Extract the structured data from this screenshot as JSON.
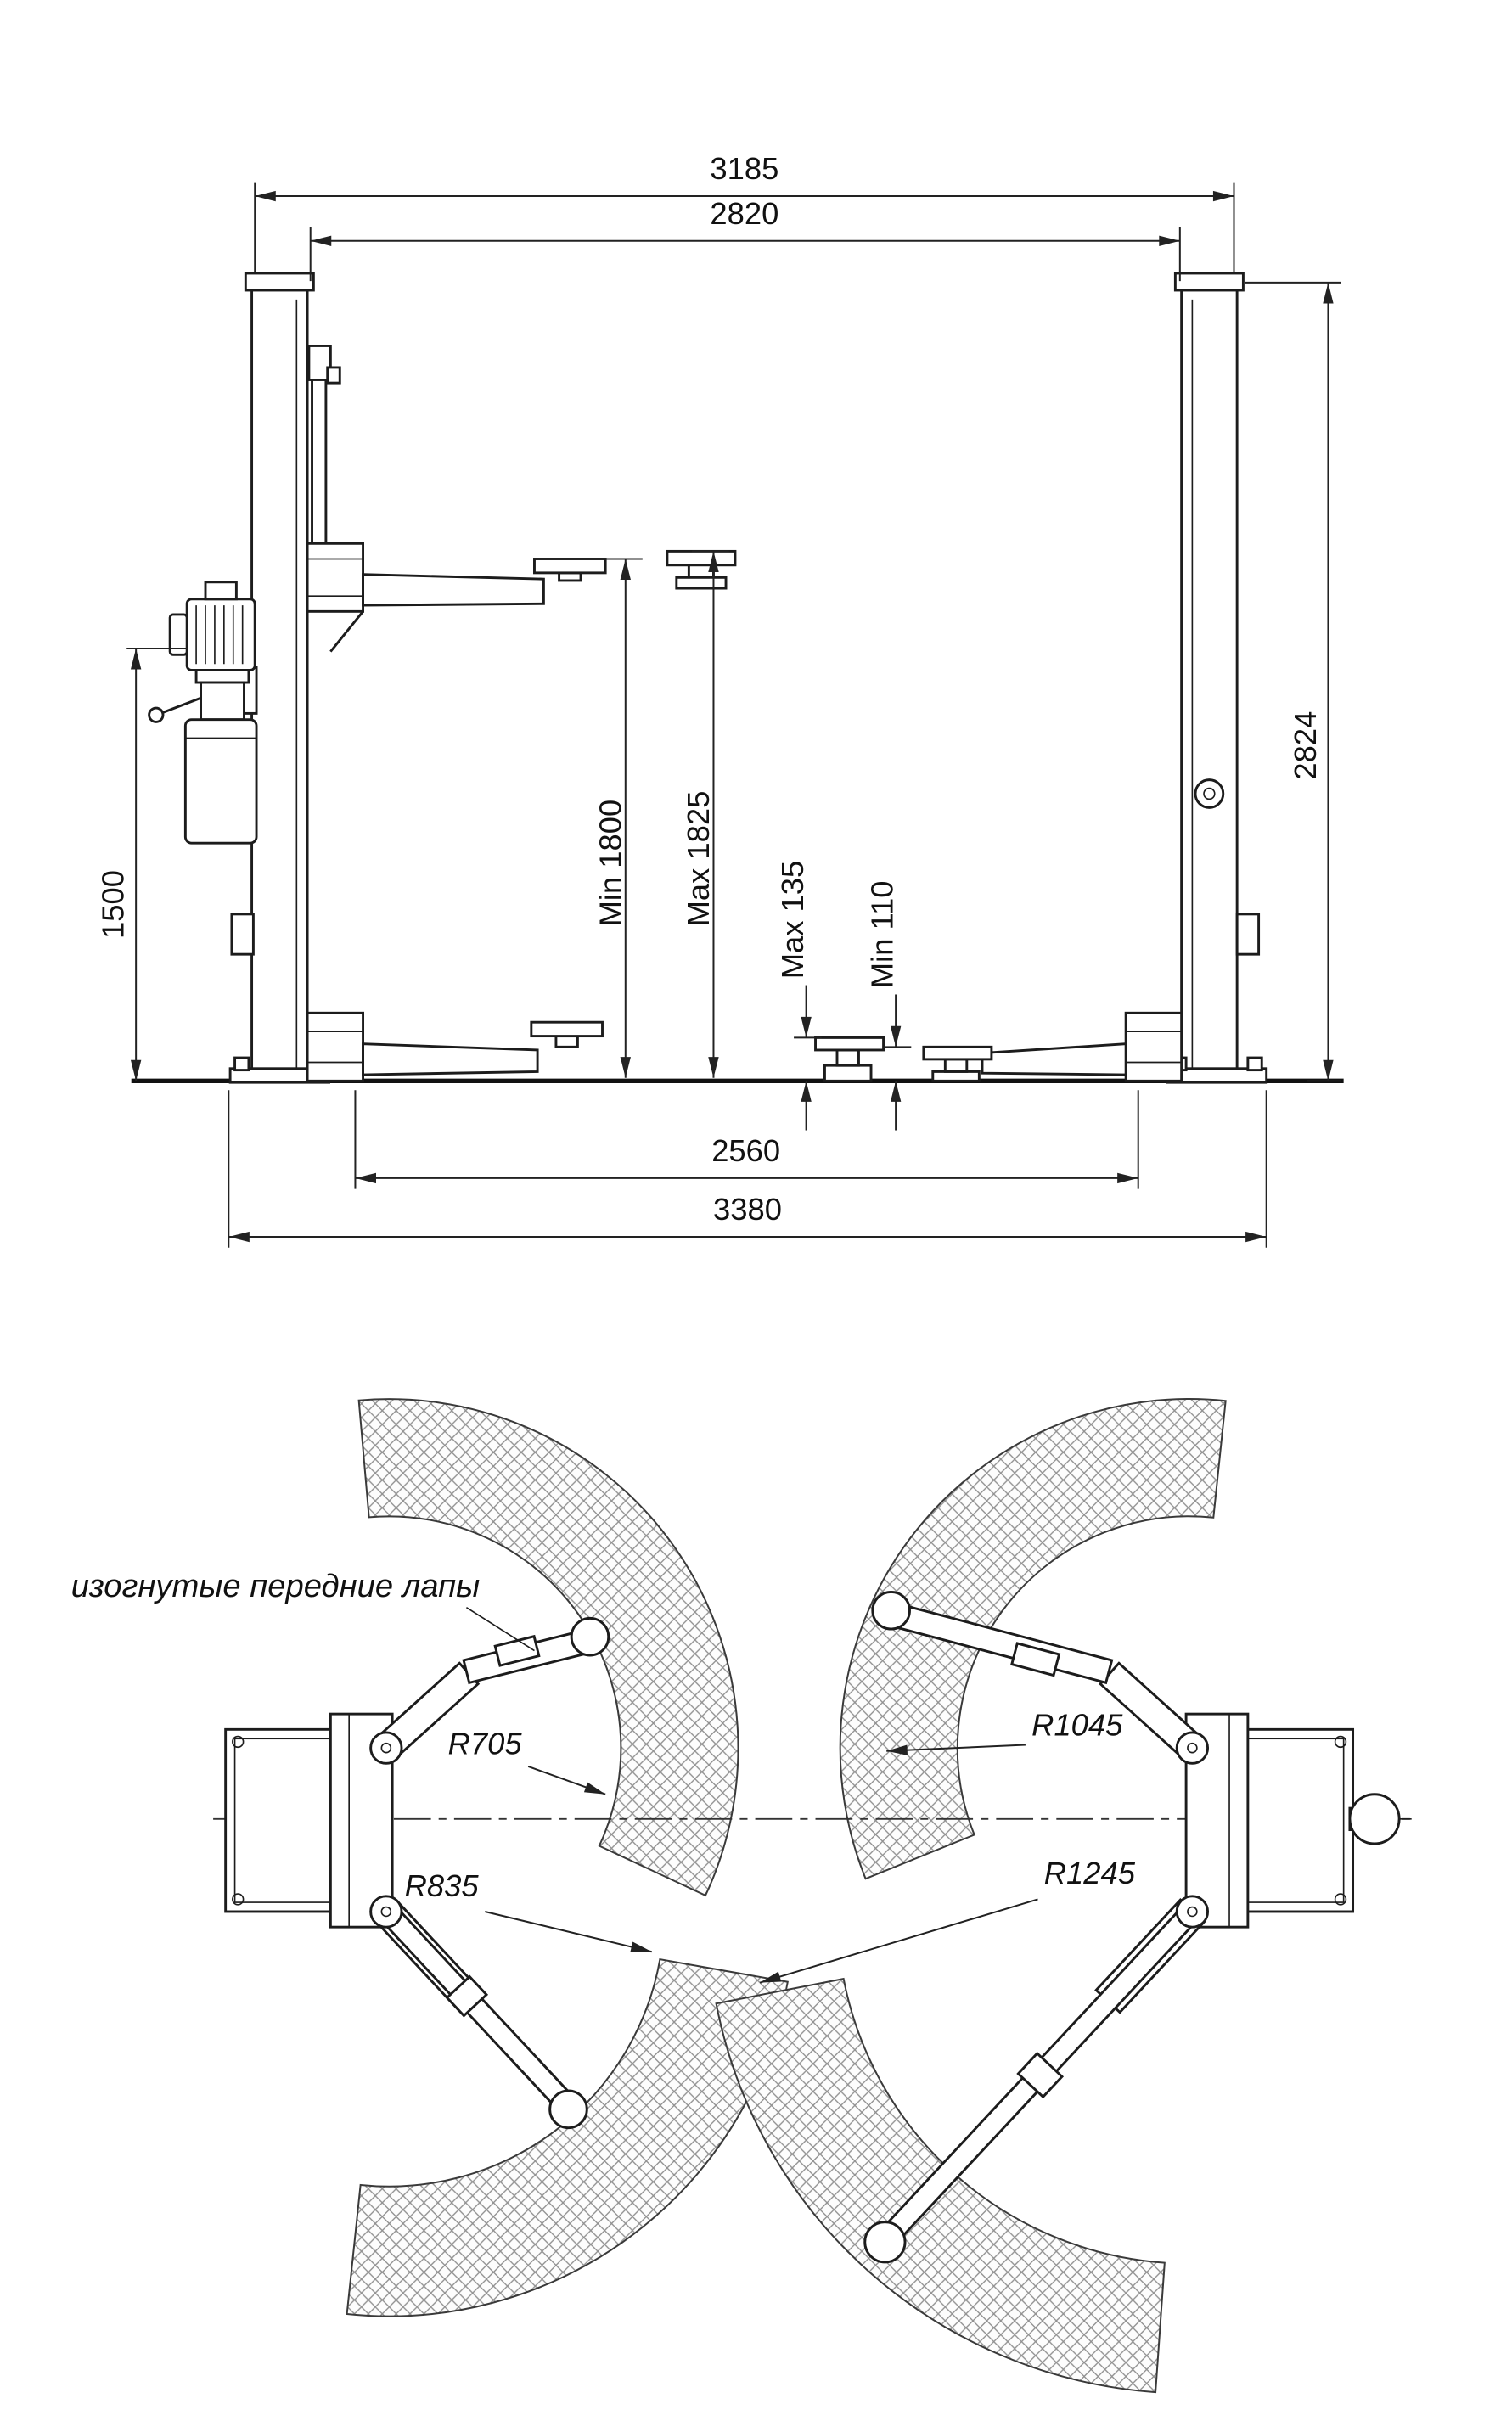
{
  "front_view": {
    "dims": {
      "top_outer_width": "3185",
      "top_inner_width": "2820",
      "column_height": "2824",
      "powerunit_height": "1500",
      "lift_height_min": "Min 1800",
      "lift_height_max": "Max 1825",
      "pad_height_max": "Max 135",
      "pad_height_min": "Min 110",
      "bottom_inner_width": "2560",
      "bottom_outer_width": "3380"
    }
  },
  "top_view": {
    "front_arms_label": "изогнутые передние лапы",
    "radii": {
      "front_left": "R705",
      "rear_left": "R835",
      "front_right": "R1045",
      "rear_right": "R1245"
    }
  },
  "colors": {
    "line": "#1c1c1c",
    "hatch": "#909090",
    "background": "#ffffff"
  }
}
